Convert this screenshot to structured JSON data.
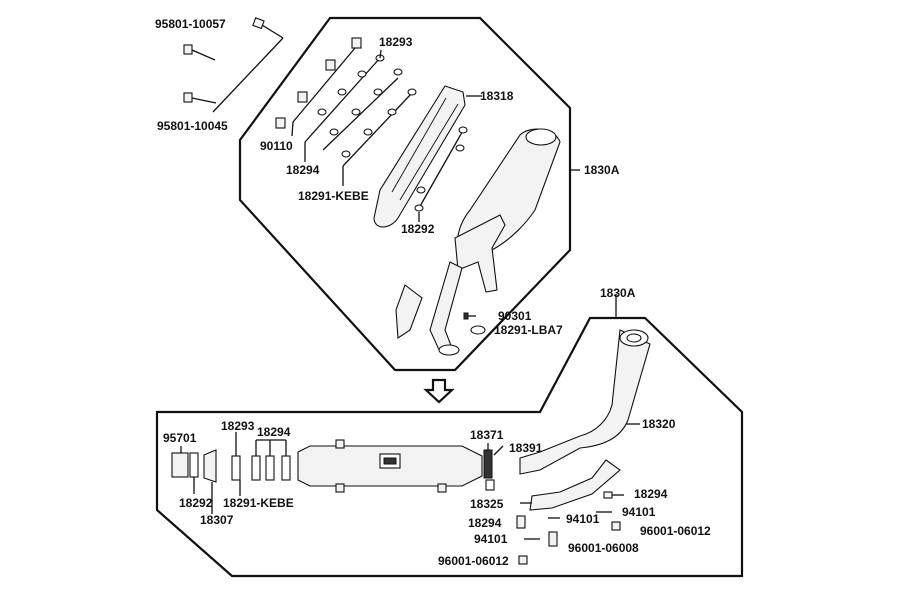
{
  "labels": {
    "bolt_long_upper": "95801-10057",
    "bolt_long_lower": "95801-10045",
    "bolt_small": "90110",
    "nut_top": "18293",
    "gasket_mid": "18294",
    "gasket_kebe_top": "18291-KEBE",
    "heat_shield": "18318",
    "muffler_assy_top": "1830A",
    "washer_top": "18292",
    "screw_90301": "90301",
    "gasket_lba7": "18291-LBA7",
    "muffler_assy_bottom": "1830A",
    "exhaust_pipe": "18320",
    "end_cap": "95701",
    "nut_bottom": "18293",
    "gasket_bottom": "18294",
    "washer_bottom": "18292",
    "gasket_kebe_bottom": "18291-KEBE",
    "tail_cone": "18307",
    "clamp": "18371",
    "clamp_bolt": "18391",
    "pipe_gasket": "18325",
    "gasket_right_a": "18294",
    "gasket_left_b": "18294",
    "bolt_94101_right": "94101",
    "bolt_94101_mid": "94101",
    "bolt_94101_left": "94101",
    "nut_96001_06012_right": "96001-06012",
    "nut_96001_06008": "96001-06008",
    "nut_96001_06012_left": "96001-06012"
  }
}
